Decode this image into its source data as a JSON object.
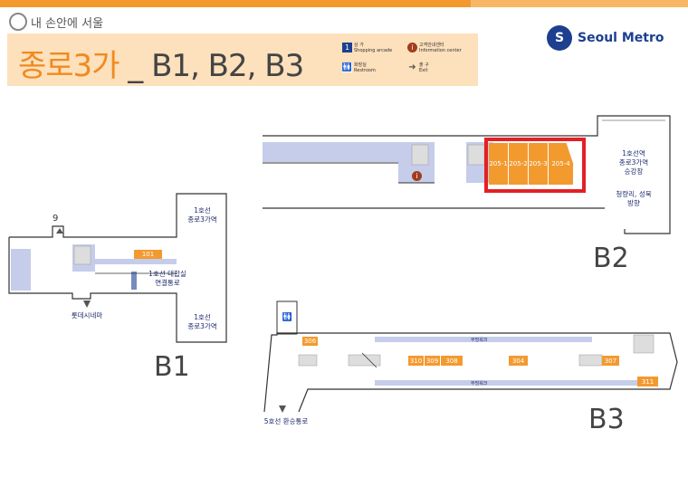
{
  "brand": {
    "city_text": "내 손안에 서울",
    "metro_text": "Seoul Metro",
    "metro_symbol": "S"
  },
  "header": {
    "station": "종로3가",
    "separator": "_",
    "levels": "B1, B2, B3"
  },
  "legend": [
    {
      "icon": "1",
      "ko": "상 가",
      "en": "Shopping arcade",
      "color": "#1d3f8f"
    },
    {
      "icon": "i",
      "ko": "고객안내센터",
      "en": "Information center",
      "color": "#a23c1c"
    },
    {
      "icon": "🚻",
      "ko": "화장실",
      "en": "Restroom",
      "color": "#1d3f8f"
    },
    {
      "icon": "➜",
      "ko": "출 구",
      "en": "Exit",
      "color": "#555555"
    }
  ],
  "levels": {
    "b1": {
      "label": "B1",
      "exit_number": "9",
      "shop": "101",
      "line1_top": [
        "1호선",
        "종로3가역"
      ],
      "transfer_hall": [
        "1호선 대합실",
        "연결통로"
      ],
      "line1_bottom": [
        "1호선",
        "종로3가역"
      ],
      "lotte": "롯데시네마"
    },
    "b2": {
      "label": "B2",
      "shops": [
        "205-1",
        "205-2",
        "205-3",
        "205-4"
      ],
      "platform": [
        "1호선역",
        "종로3가역",
        "승강장"
      ],
      "direction": [
        "청량리, 성북",
        "방향"
      ]
    },
    "b3": {
      "label": "B3",
      "shops": [
        "306",
        "310",
        "309",
        "308",
        "304",
        "307",
        "311"
      ],
      "walkway": "무빙워크",
      "transfer": "5호선 환승통로"
    }
  },
  "colors": {
    "orange": "#f39a2f",
    "blue": "#c5cdea",
    "navy": "#1d2a6b",
    "highlight": "#e32026"
  }
}
